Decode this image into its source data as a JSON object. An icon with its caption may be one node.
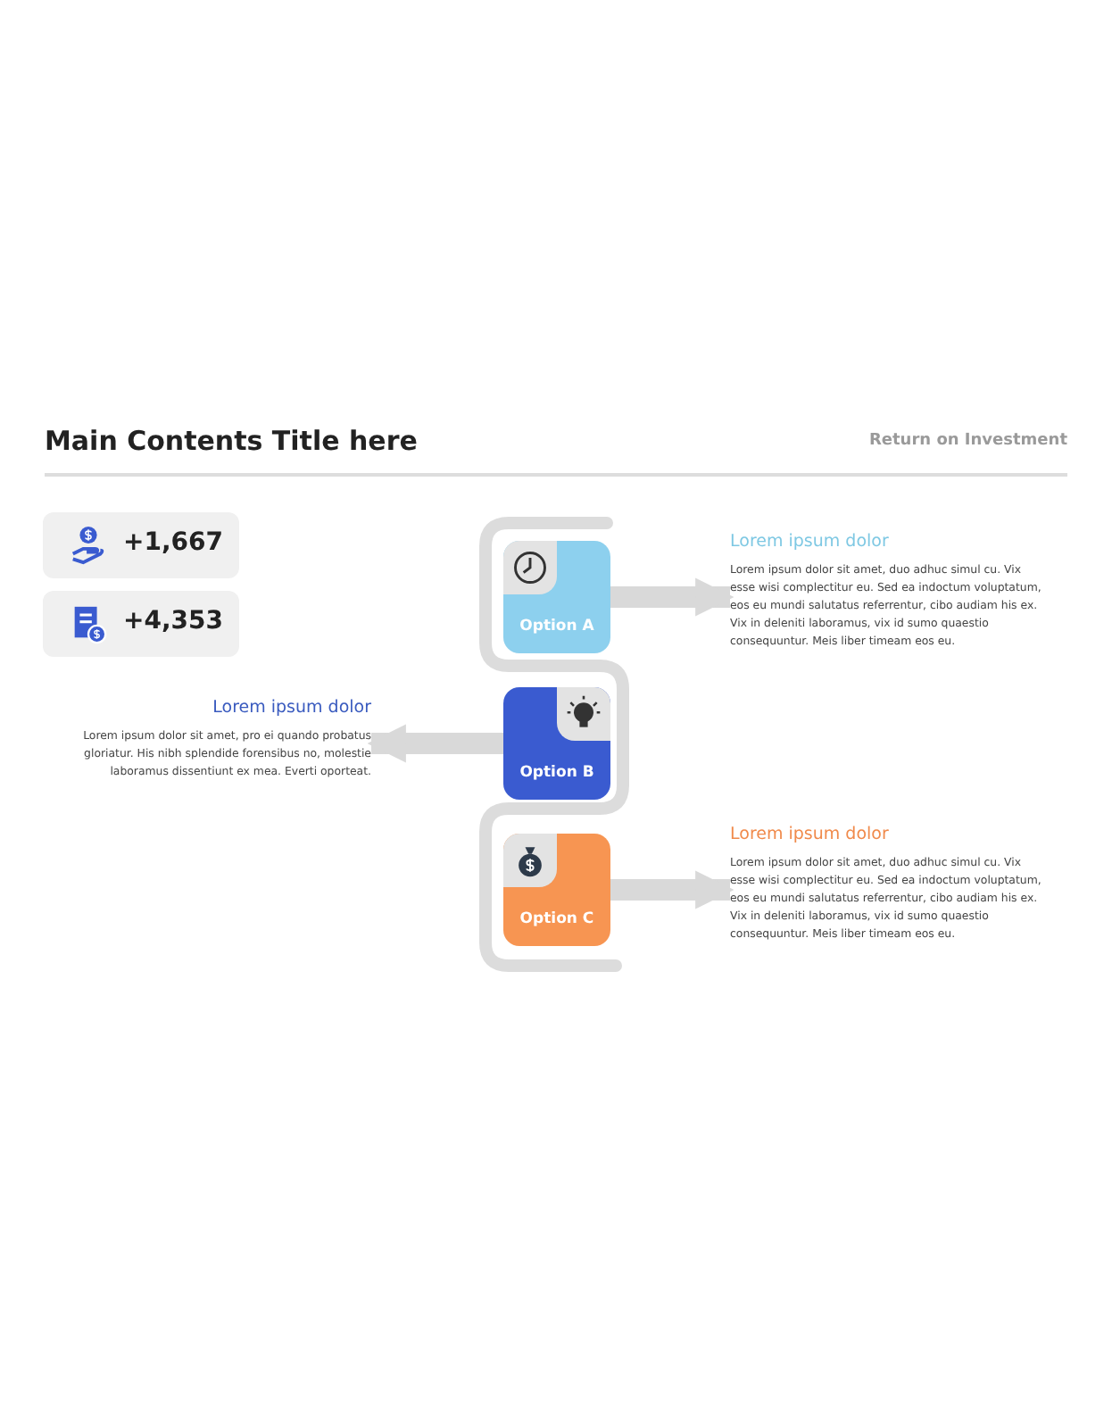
{
  "diagram": {
    "title": "Main Contents Title here",
    "nodes": [
      {
        "text": [
          "+1,667"
        ]
      },
      {
        "text": [
          "+4,353"
        ]
      },
      {
        "text": [
          "Option A"
        ]
      },
      {
        "text": [
          "Lorem ipsum dolor",
          "Lorem ipsum dolor sit amet, duo adhuc simul cu. Vix esse wisi complectitur eu. Sed ea indoctum voluptatum, eos eu mundi salutatus referrentur, cibo audiam his ex. Vix in deleniti laboramus, vix id sumo quaestio consequuntur. Meis liber timeam eos eu."
        ]
      },
      {
        "text": [
          "Lorem ipsum dolor",
          "Lorem ipsum dolor sit amet, pro ei quando probatus gloriatur. His nibh splendide forensibus no, molestie laboramus dissentiunt ex mea. Everti oporteat."
        ]
      },
      {
        "text": [
          "Option B"
        ]
      },
      {
        "text": [
          "Option C"
        ]
      },
      {
        "text": [
          "Lorem ipsum dolor",
          "Lorem ipsum dolor sit amet, duo adhuc simul cu. Vix esse wisi complectitur eu. Sed ea indoctum voluptatum, eos eu mundi salutatus referrentur, cibo audiam his ex. Vix in deleniti laboramus, vix id sumo quaestio consequuntur. Meis liber timeam eos eu."
        ]
      }
    ],
    "edges": [
      {
        "from": 2,
        "to": 3,
        "arrow": "to"
      },
      {
        "from": 5,
        "to": 4,
        "arrow": "to"
      },
      {
        "from": 6,
        "to": 7,
        "arrow": "to"
      }
    ],
    "labels": [
      "Return on Investment"
    ]
  }
}
